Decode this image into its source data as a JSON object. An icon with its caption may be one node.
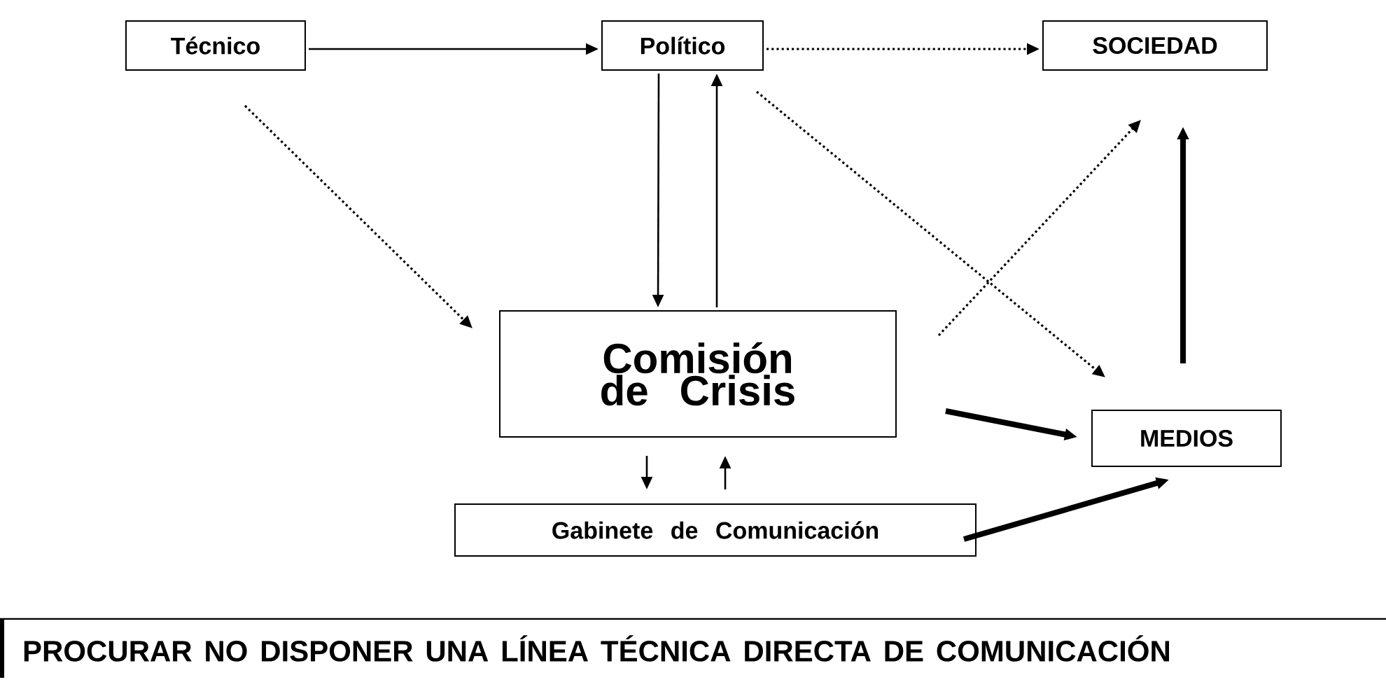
{
  "diagram": {
    "nodes": [
      {
        "text": [
          "Técnico"
        ]
      },
      {
        "text": [
          "Político"
        ]
      },
      {
        "text": [
          "SOCIEDAD"
        ]
      },
      {
        "text": [
          "Comisión de Crisis"
        ]
      },
      {
        "text": [
          "MEDIOS"
        ]
      },
      {
        "text": [
          "Gabinete de Comunicación"
        ]
      },
      {
        "text": [
          "PROCURAR NO DISPONER UNA LÍNEA TÉCNICA DIRECTA DE COMUNICACIÓN"
        ]
      }
    ],
    "edges": [
      {
        "from": 0,
        "to": 1,
        "arrow": "to"
      },
      {
        "from": 1,
        "to": 2,
        "arrow": "to",
        "style": "dashed"
      },
      {
        "from": 0,
        "to": 3,
        "arrow": "to",
        "style": "dashed"
      },
      {
        "from": 1,
        "to": 3,
        "arrow": "to"
      },
      {
        "from": 3,
        "to": 1,
        "arrow": "to"
      },
      {
        "from": 1,
        "to": 4,
        "arrow": "to",
        "style": "dashed"
      },
      {
        "from": 3,
        "to": 2,
        "arrow": "to",
        "style": "dashed"
      },
      {
        "from": 4,
        "to": 2,
        "arrow": "to",
        "style": "thick"
      },
      {
        "from": 3,
        "to": 4,
        "arrow": "to",
        "style": "thick"
      },
      {
        "from": 3,
        "to": 5,
        "arrow": "to"
      },
      {
        "from": 5,
        "to": 3,
        "arrow": "to"
      },
      {
        "from": 5,
        "to": 4,
        "arrow": "to",
        "style": "thick"
      }
    ]
  }
}
